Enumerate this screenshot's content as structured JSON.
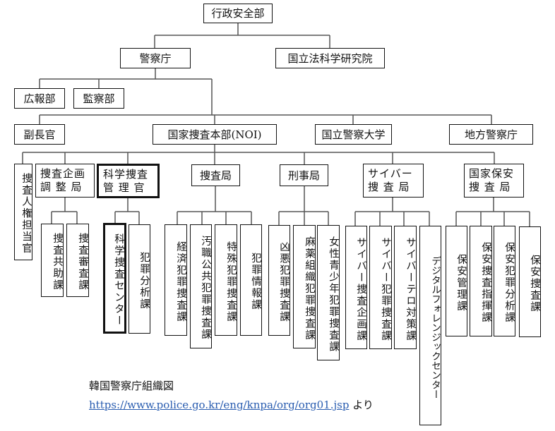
{
  "top": {
    "ministry": "行政安全部",
    "police": "警察庁",
    "forensic": "国立法科学研究院"
  },
  "staff": {
    "pr": "広報部",
    "audit": "監察部"
  },
  "level2": {
    "deputy": "副長官",
    "noi": "国家捜査本部(NOI)",
    "university": "国立警察大学",
    "regional": "地方警察庁"
  },
  "noi_units": {
    "human_rights": "捜査人権担当官",
    "planning": {
      "line1": "捜査企画",
      "line2": "調 整 局"
    },
    "science": {
      "line1": "科学捜査",
      "line2": "管 理 官"
    },
    "investigation": "捜査局",
    "criminal": "刑事局",
    "cyber": {
      "line1": "サイバー",
      "line2": "捜 査 局"
    },
    "security": {
      "line1": "国家保安",
      "line2": "捜 査 局"
    }
  },
  "planning_divisions": [
    "捜査共助課",
    "捜査審査課"
  ],
  "science_divisions": [
    "科学捜査センター",
    "犯罪分析課"
  ],
  "investigation_divisions": [
    "経済犯罪捜査課",
    "汚職公共犯罪捜査課",
    "特殊犯罪捜査課",
    "犯罪情報課"
  ],
  "criminal_divisions": [
    "凶悪犯罪捜査課",
    "麻薬組織犯罪捜査課",
    "女性青少年犯罪捜査課"
  ],
  "cyber_divisions": [
    "サイバー捜査企画課",
    "サイバー犯罪捜査課",
    "サイバーテロ対策課",
    "デジタルフォレンジックセンター"
  ],
  "security_divisions": [
    "保安管理課",
    "保安捜査指揮課",
    "保安犯罪分析課",
    "保安捜査課"
  ],
  "caption": "韓国警察庁組織図",
  "source": {
    "link": "https://www.police.go.kr/eng/knpa/org/org01.jsp",
    "suffix": " より"
  }
}
